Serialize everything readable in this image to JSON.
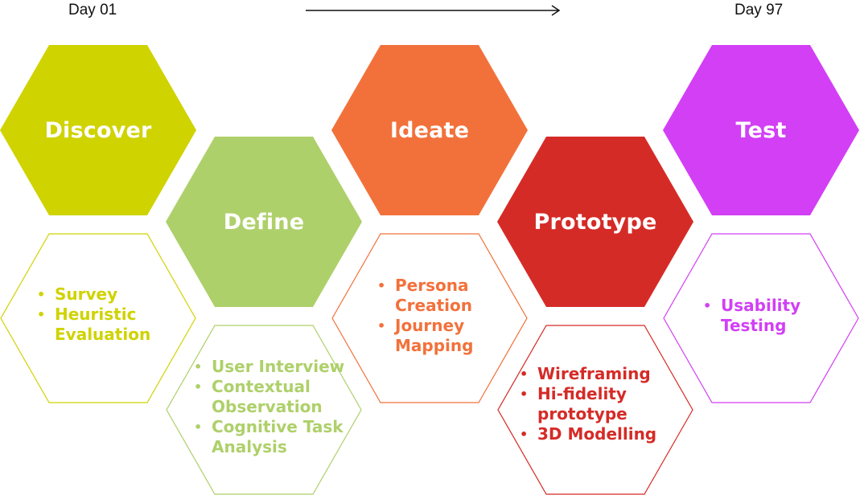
{
  "timeline": {
    "start_label": "Day 01",
    "end_label": "Day 97"
  },
  "phases": [
    {
      "title": "Discover",
      "color": "#cfd300",
      "activities": [
        "Survey",
        "Heuristic Evaluation"
      ]
    },
    {
      "title": "Define",
      "color": "#aed06a",
      "activities": [
        "User Interview",
        "Contextual Observation",
        "Cognitive Task Analysis"
      ]
    },
    {
      "title": "Ideate",
      "color": "#f2713b",
      "activities": [
        "Persona Creation",
        "Journey Mapping"
      ]
    },
    {
      "title": "Prototype",
      "color": "#d52b27",
      "activities": [
        "Wireframing",
        "Hi-fidelity prototype",
        "3D Modelling"
      ]
    },
    {
      "title": "Test",
      "color": "#d23ff5",
      "activities": [
        "Usability Testing"
      ]
    }
  ]
}
